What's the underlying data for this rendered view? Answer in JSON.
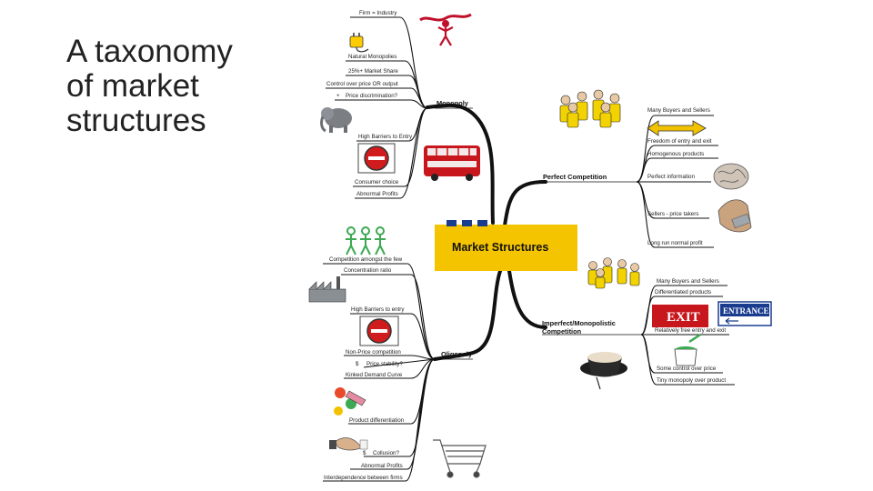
{
  "slide": {
    "title_lines": [
      "A taxonomy",
      "of market",
      "structures"
    ]
  },
  "center": {
    "label": "Market Structures",
    "color": "#f5c400"
  },
  "monopoly": {
    "label": "Monopoly",
    "items": [
      "Firm = Industry",
      "Natural Monopolies",
      "25%+ Market Share",
      "Control over price OR output",
      "Price discrimination?",
      "High Barriers to Entry",
      "Consumer choice",
      "Abnormal Profits"
    ]
  },
  "perfect": {
    "label": "Perfect Competition",
    "items": [
      "Many Buyers and Sellers",
      "Freedom of entry and exit",
      "Homogenous products",
      "Perfect information",
      "Sellers - price takers",
      "Long run normal profit"
    ]
  },
  "imperfect": {
    "label_line1": "Imperfect/Monopolistic",
    "label_line2": "Competition",
    "items": [
      "Many Buyers and Sellers",
      "Differentiated products",
      "Relatively free entry and exit",
      "Some control over price",
      "Tiny monopoly over product"
    ],
    "exit_sign": "EXIT",
    "entrance_sign": "ENTRANCE"
  },
  "oligopoly": {
    "label": "Oligopoly",
    "items": [
      "Competition amongst the few",
      "Concentration ratio",
      "High Barriers to entry",
      "Non-Price competition",
      "Price stability?",
      "Kinked Demand Curve",
      "Product differentiation",
      "Collusion?",
      "Abnormal Profits",
      "Interdependence between firms"
    ]
  }
}
